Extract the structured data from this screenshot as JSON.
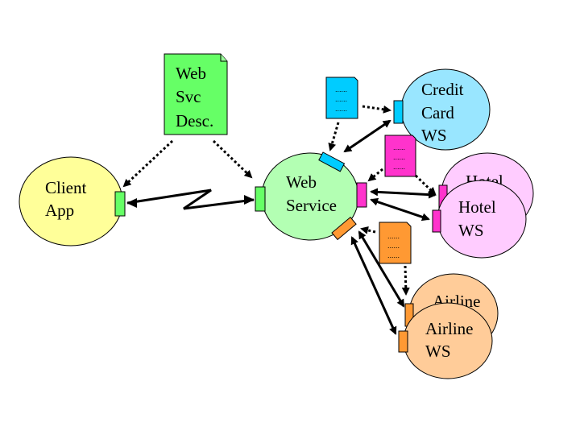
{
  "diagram": {
    "nodes": {
      "client_app": {
        "lines": [
          "Client",
          "App"
        ],
        "color": "#ffff99"
      },
      "web_service": {
        "lines": [
          "Web",
          "Service"
        ],
        "color": "#b3ffb3"
      },
      "credit_card_ws": {
        "lines": [
          "Credit",
          "Card",
          "WS"
        ],
        "color": "#99e6ff"
      },
      "hotel_ws_back": {
        "lines": [
          "Hotel"
        ],
        "color": "#ffccff"
      },
      "hotel_ws": {
        "lines": [
          "Hotel",
          "WS"
        ],
        "color": "#ffccff"
      },
      "airline_ws_back": {
        "lines": [
          "Airline"
        ],
        "color": "#ffcc99"
      },
      "airline_ws": {
        "lines": [
          "Airline",
          "WS"
        ],
        "color": "#ffcc99"
      }
    },
    "documents": {
      "web_svc_desc": {
        "lines": [
          "Web",
          "Svc",
          "Desc."
        ],
        "color": "#66ff66"
      },
      "credit_doc": {
        "lines": [
          "......",
          "......",
          "......"
        ],
        "color": "#00ccff"
      },
      "hotel_doc": {
        "lines": [
          "......",
          "......",
          "......"
        ],
        "color": "#ff33cc"
      },
      "airline_doc": {
        "lines": [
          "......",
          "......",
          "......"
        ],
        "color": "#ff9933"
      }
    },
    "port_colors": {
      "green": "#66ff66",
      "blue": "#00ccff",
      "magenta": "#ff33cc",
      "orange": "#ff9933"
    }
  }
}
